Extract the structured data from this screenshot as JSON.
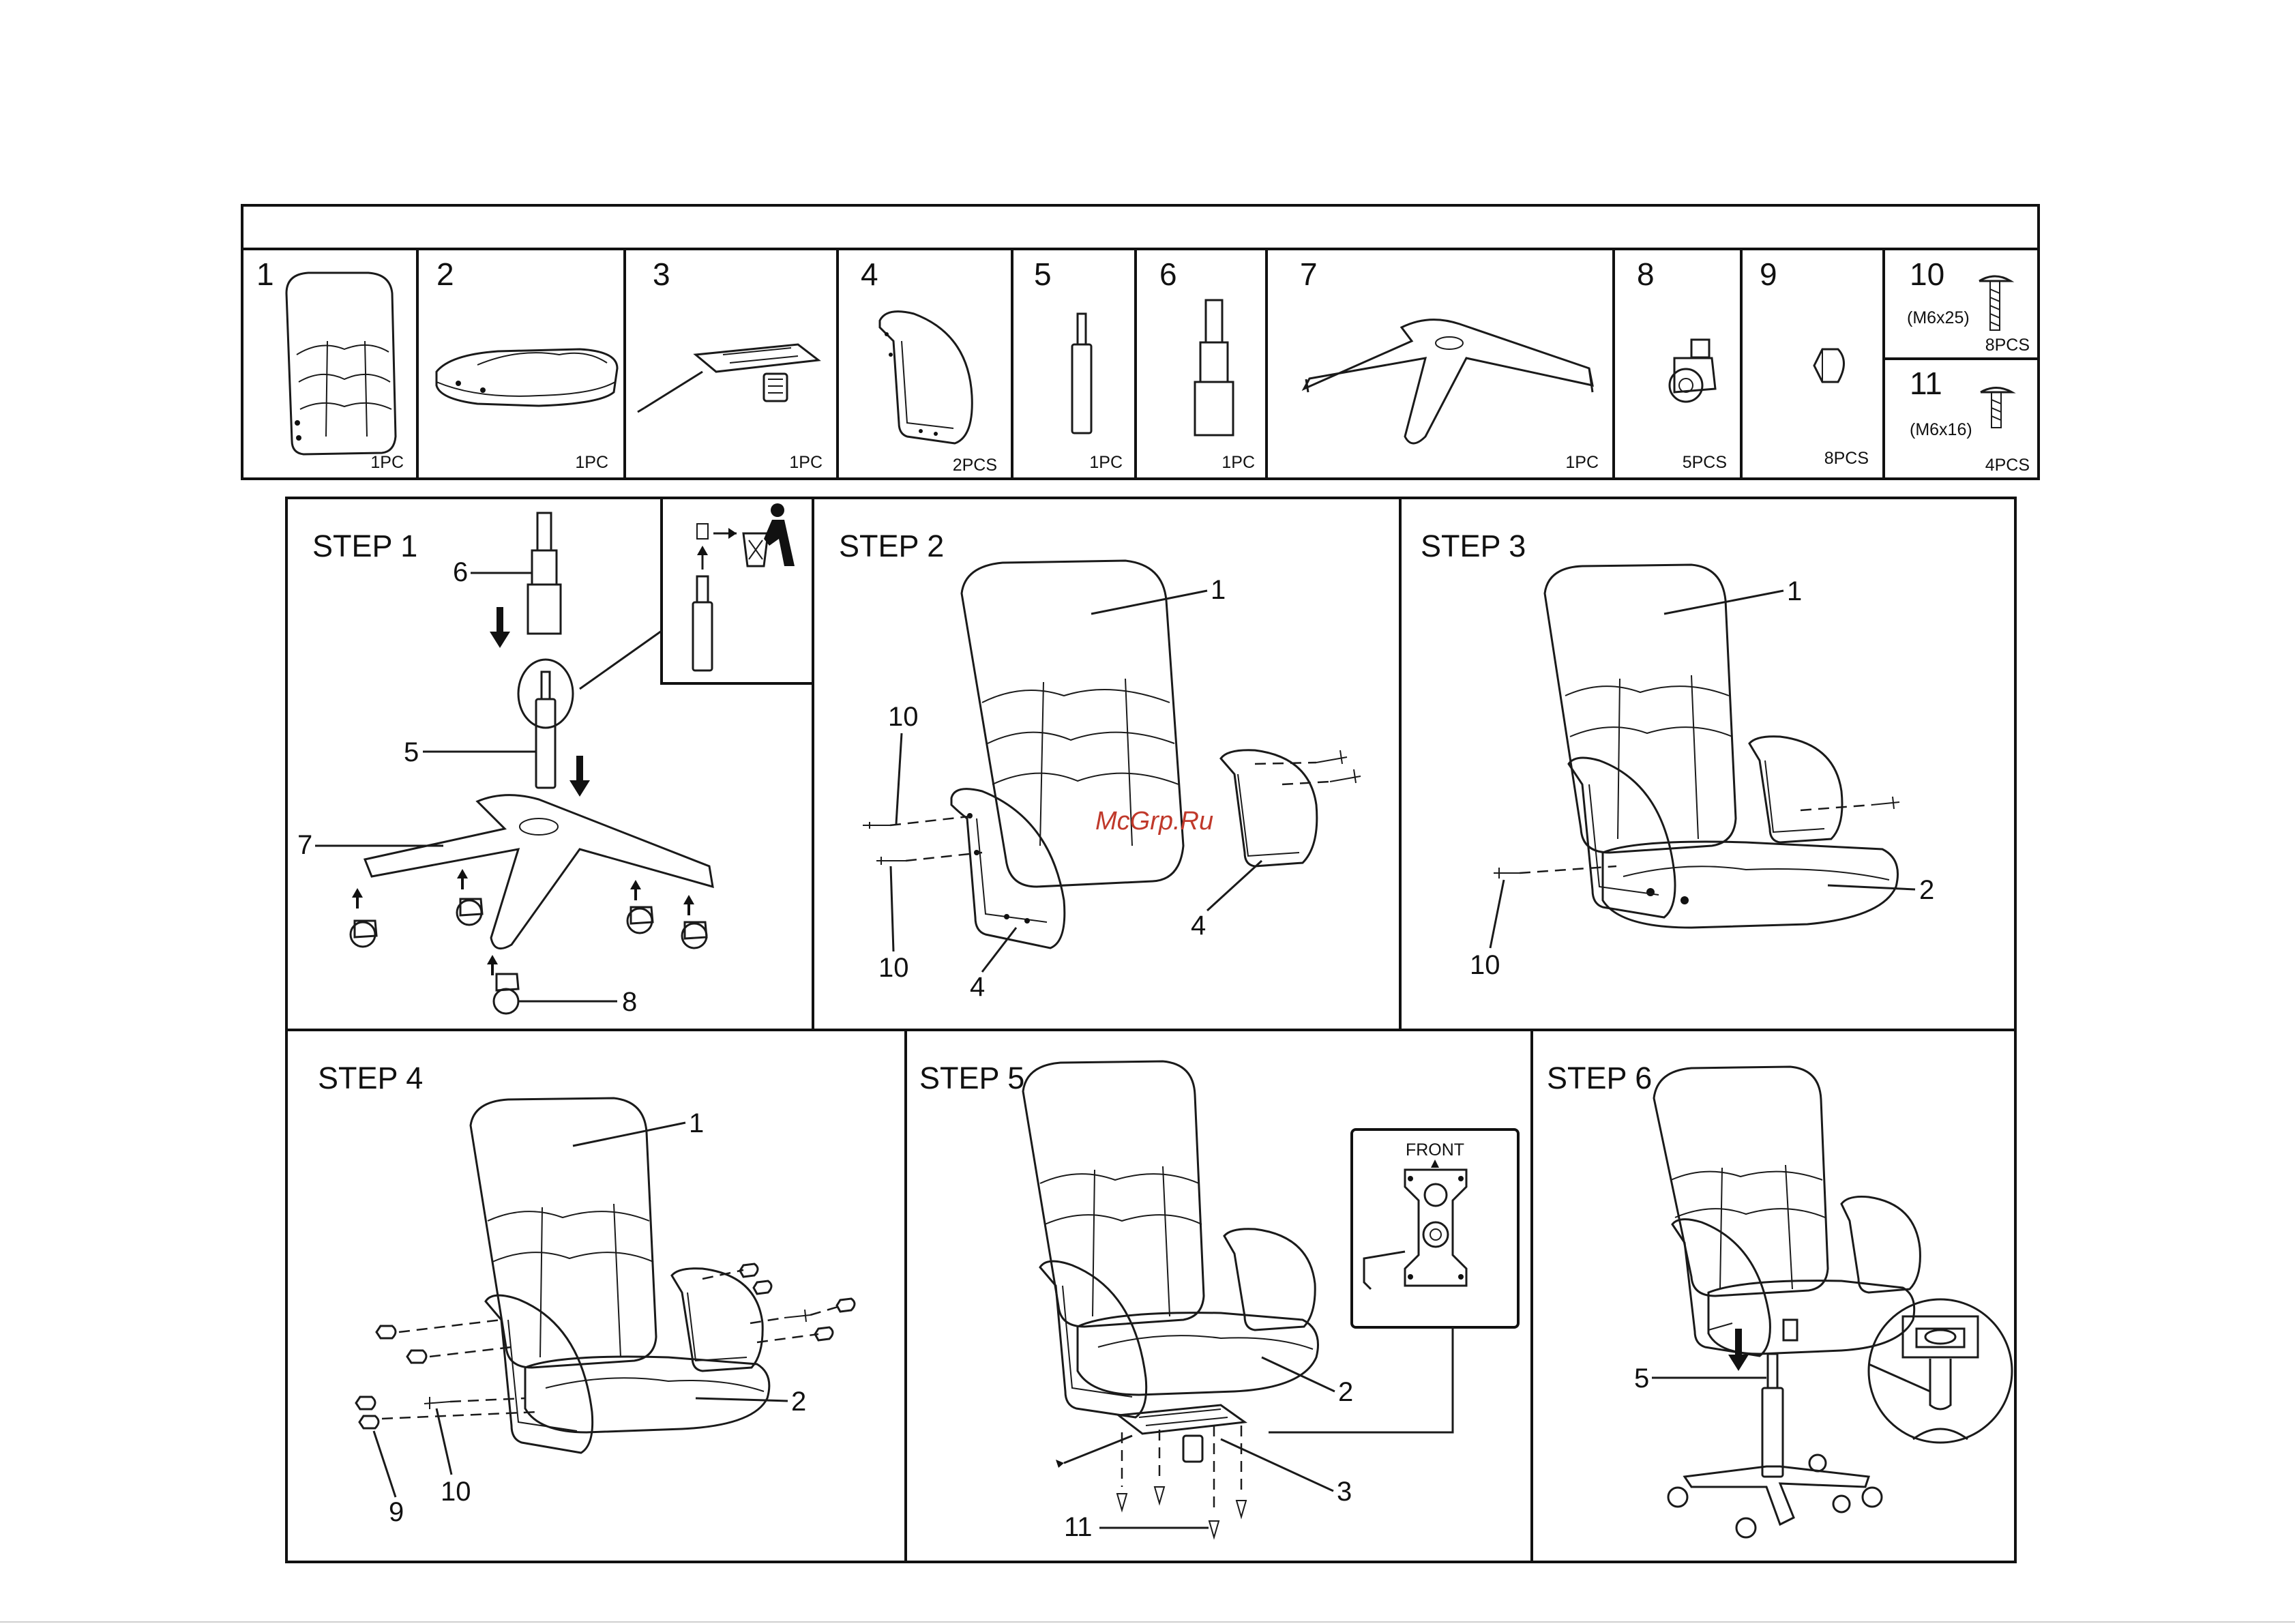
{
  "header": {
    "title": ""
  },
  "parts": [
    {
      "num": "1",
      "qty": "1PC"
    },
    {
      "num": "2",
      "qty": "1PC"
    },
    {
      "num": "3",
      "qty": "1PC"
    },
    {
      "num": "4",
      "qty": "2PCS"
    },
    {
      "num": "5",
      "qty": "1PC"
    },
    {
      "num": "6",
      "qty": "1PC"
    },
    {
      "num": "7",
      "qty": "1PC"
    },
    {
      "num": "8",
      "qty": "5PCS"
    },
    {
      "num": "9",
      "qty": "8PCS"
    },
    {
      "num": "10",
      "size": "(M6x25)",
      "qty": "8PCS"
    },
    {
      "num": "11",
      "size": "(M6x16)",
      "qty": "4PCS"
    }
  ],
  "steps": [
    {
      "title": "STEP 1",
      "labels": [
        "6",
        "5",
        "7",
        "8"
      ]
    },
    {
      "title": "STEP 2",
      "labels": [
        "1",
        "10",
        "10",
        "4",
        "4"
      ]
    },
    {
      "title": "STEP 3",
      "labels": [
        "1",
        "10",
        "2"
      ]
    },
    {
      "title": "STEP 4",
      "labels": [
        "1",
        "2",
        "9",
        "10"
      ]
    },
    {
      "title": "STEP 5",
      "labels": [
        "2",
        "3",
        "11"
      ],
      "inset_label": "FRONT"
    },
    {
      "title": "STEP 6",
      "labels": [
        "5"
      ]
    }
  ],
  "watermark": "McGrp.Ru",
  "colors": {
    "ink": "#111111",
    "watermark": "#c0392b",
    "paper": "#ffffff"
  },
  "icons": [
    "trash-can-icon",
    "arrow-down-icon",
    "arrow-up-icon",
    "arrow-right-icon"
  ]
}
